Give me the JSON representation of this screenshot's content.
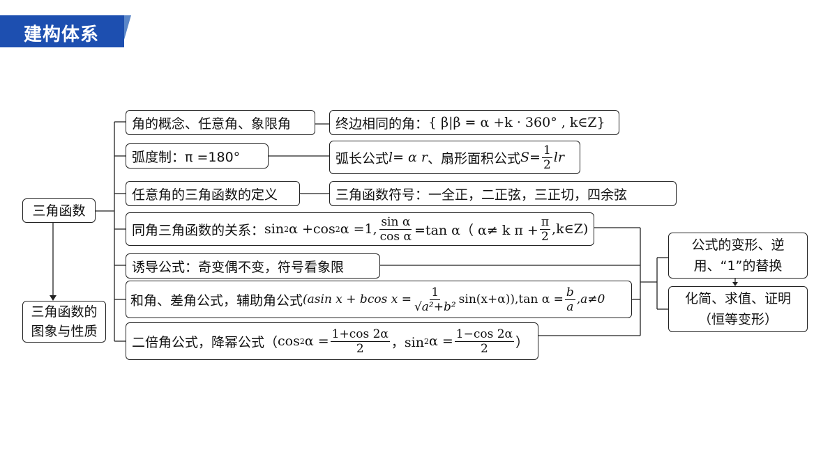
{
  "header": {
    "title": "建构体系"
  },
  "root": {
    "label": "三角函数"
  },
  "graph_node": {
    "label": "三角函数的图象与性质"
  },
  "branches": {
    "angle_concept": "角的概念、任意角、象限角",
    "coterminal_prefix": "终边相同的角：",
    "coterminal_formula": "{ β|β = α +k · 360° , k∈Z}",
    "radian": "弧度制：π =180°",
    "arc_prefix": "弧长公式",
    "arc_formula": "l= α r",
    "arc_mid": "、扇形面积公式",
    "sector_S": "S=",
    "sector_num": "1",
    "sector_den": "2",
    "sector_tail": "lr",
    "definition": "任意角的三角函数的定义",
    "signs": "三角函数符号：一全正，二正弦，三正切，四余弦",
    "same_angle_prefix": "同角三角函数的关系：",
    "same_angle_f1a": "sin",
    "same_angle_f1b": " α +cos",
    "same_angle_f1c": " α =1,",
    "same_angle_num": "sin α",
    "same_angle_den": "cos α",
    "same_angle_mid": "=tan α（ α≠ k π +",
    "same_angle_num2": "π",
    "same_angle_den2": "2",
    "same_angle_tail": ",k∈Z)",
    "sq": "2",
    "induction": "诱导公式：奇变偶不变，符号看象限",
    "sum_prefix": "和角、差角公式，辅助角公式",
    "sum_formula_a": "(asin x + bcos x =",
    "sum_num": "1",
    "sum_den": "√a²+b²",
    "sum_formula_b": "sin(x+α)),tan α =",
    "sum_num2": "b",
    "sum_den2": "a",
    "sum_tail": ",a≠0",
    "double_prefix": "二倍角公式，降幂公式（",
    "double_a": "cos",
    "double_b": " α =",
    "double_num1": "1+cos 2α",
    "double_den1": "2",
    "double_c": "，sin",
    "double_d": " α =",
    "double_num2": "1−cos 2α",
    "double_den2": "2",
    "double_tail": "）"
  },
  "right": {
    "transform": "公式的变形、逆用、“1”的替换",
    "simplify": "化简、求值、证明（恒等变形）"
  }
}
